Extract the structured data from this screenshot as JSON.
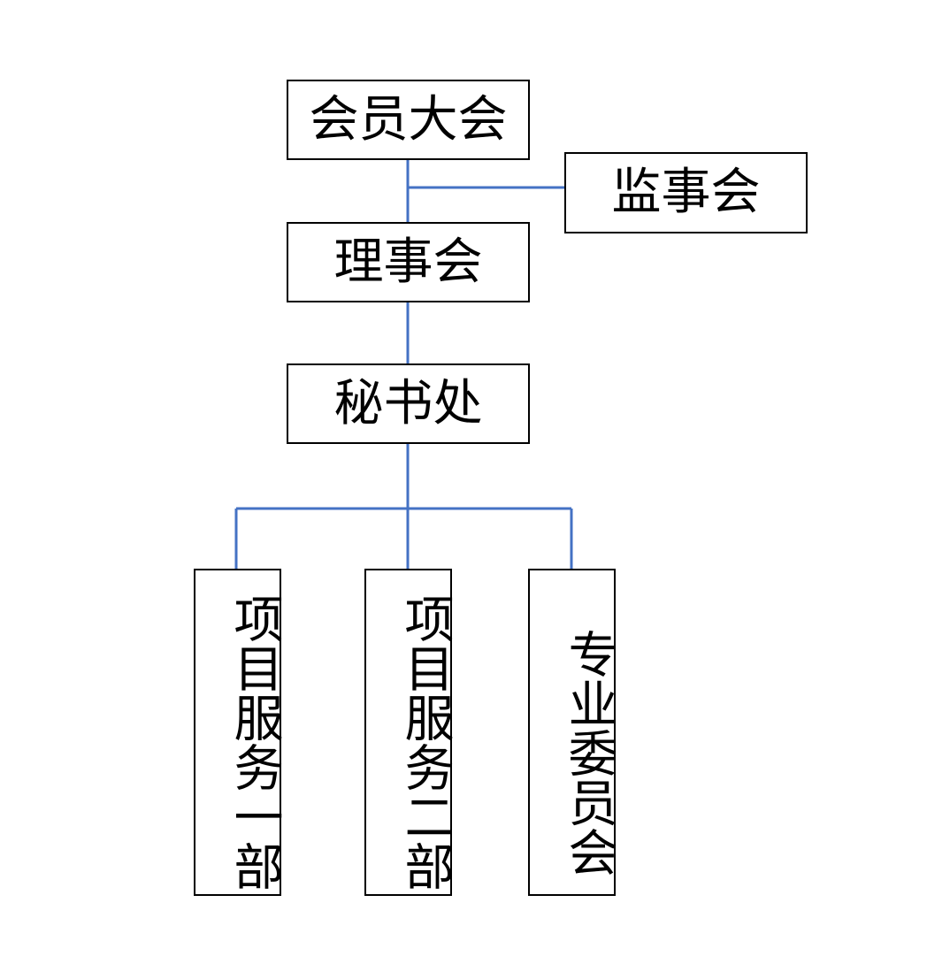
{
  "org_chart": {
    "line_color": "#4472C4",
    "border_color": "#000000",
    "nodes": {
      "general_assembly": "会员大会",
      "supervisory_board": "监事会",
      "council": "理事会",
      "secretariat": "秘书处",
      "project_service_dept_1": "项目服务一部",
      "project_service_dept_2": "项目服务二部",
      "special_committee": "专业委员会"
    }
  }
}
